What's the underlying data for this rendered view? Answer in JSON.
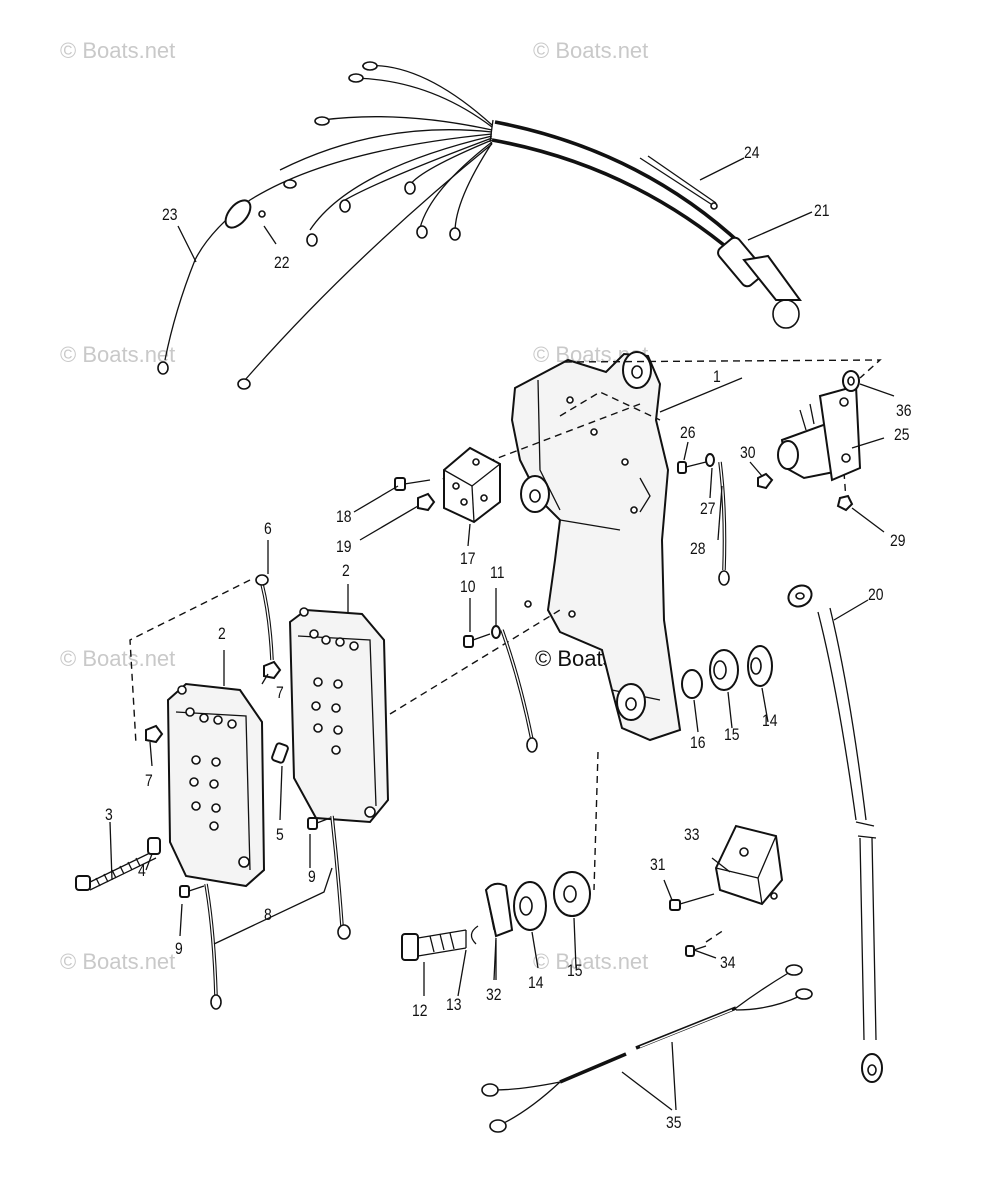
{
  "watermark": {
    "text": "© Boats.net",
    "placements": [
      {
        "id": "tl"
      },
      {
        "id": "tc"
      },
      {
        "id": "ml"
      },
      {
        "id": "mc"
      },
      {
        "id": "ll"
      },
      {
        "id": "center"
      },
      {
        "id": "bl"
      },
      {
        "id": "bc"
      }
    ]
  },
  "callouts": [
    {
      "id": "c1",
      "label": "1"
    },
    {
      "id": "c2a",
      "label": "2"
    },
    {
      "id": "c2b",
      "label": "2"
    },
    {
      "id": "c3",
      "label": "3"
    },
    {
      "id": "c4",
      "label": "4"
    },
    {
      "id": "c5",
      "label": "5"
    },
    {
      "id": "c6",
      "label": "6"
    },
    {
      "id": "c7a",
      "label": "7"
    },
    {
      "id": "c7b",
      "label": "7"
    },
    {
      "id": "c8",
      "label": "8"
    },
    {
      "id": "c9a",
      "label": "9"
    },
    {
      "id": "c9b",
      "label": "9"
    },
    {
      "id": "c10",
      "label": "10"
    },
    {
      "id": "c11",
      "label": "11"
    },
    {
      "id": "c12",
      "label": "12"
    },
    {
      "id": "c13",
      "label": "13"
    },
    {
      "id": "c14a",
      "label": "14"
    },
    {
      "id": "c14b",
      "label": "14"
    },
    {
      "id": "c15a",
      "label": "15"
    },
    {
      "id": "c15b",
      "label": "15"
    },
    {
      "id": "c16",
      "label": "16"
    },
    {
      "id": "c17",
      "label": "17"
    },
    {
      "id": "c18",
      "label": "18"
    },
    {
      "id": "c19",
      "label": "19"
    },
    {
      "id": "c20",
      "label": "20"
    },
    {
      "id": "c21",
      "label": "21"
    },
    {
      "id": "c22",
      "label": "22"
    },
    {
      "id": "c23",
      "label": "23"
    },
    {
      "id": "c24",
      "label": "24"
    },
    {
      "id": "c25",
      "label": "25"
    },
    {
      "id": "c26",
      "label": "26"
    },
    {
      "id": "c27",
      "label": "27"
    },
    {
      "id": "c28",
      "label": "28"
    },
    {
      "id": "c29",
      "label": "29"
    },
    {
      "id": "c30",
      "label": "30"
    },
    {
      "id": "c31",
      "label": "31"
    },
    {
      "id": "c32",
      "label": "32"
    },
    {
      "id": "c33",
      "label": "33"
    },
    {
      "id": "c34",
      "label": "34"
    },
    {
      "id": "c35",
      "label": "35"
    },
    {
      "id": "c36",
      "label": "36"
    }
  ]
}
